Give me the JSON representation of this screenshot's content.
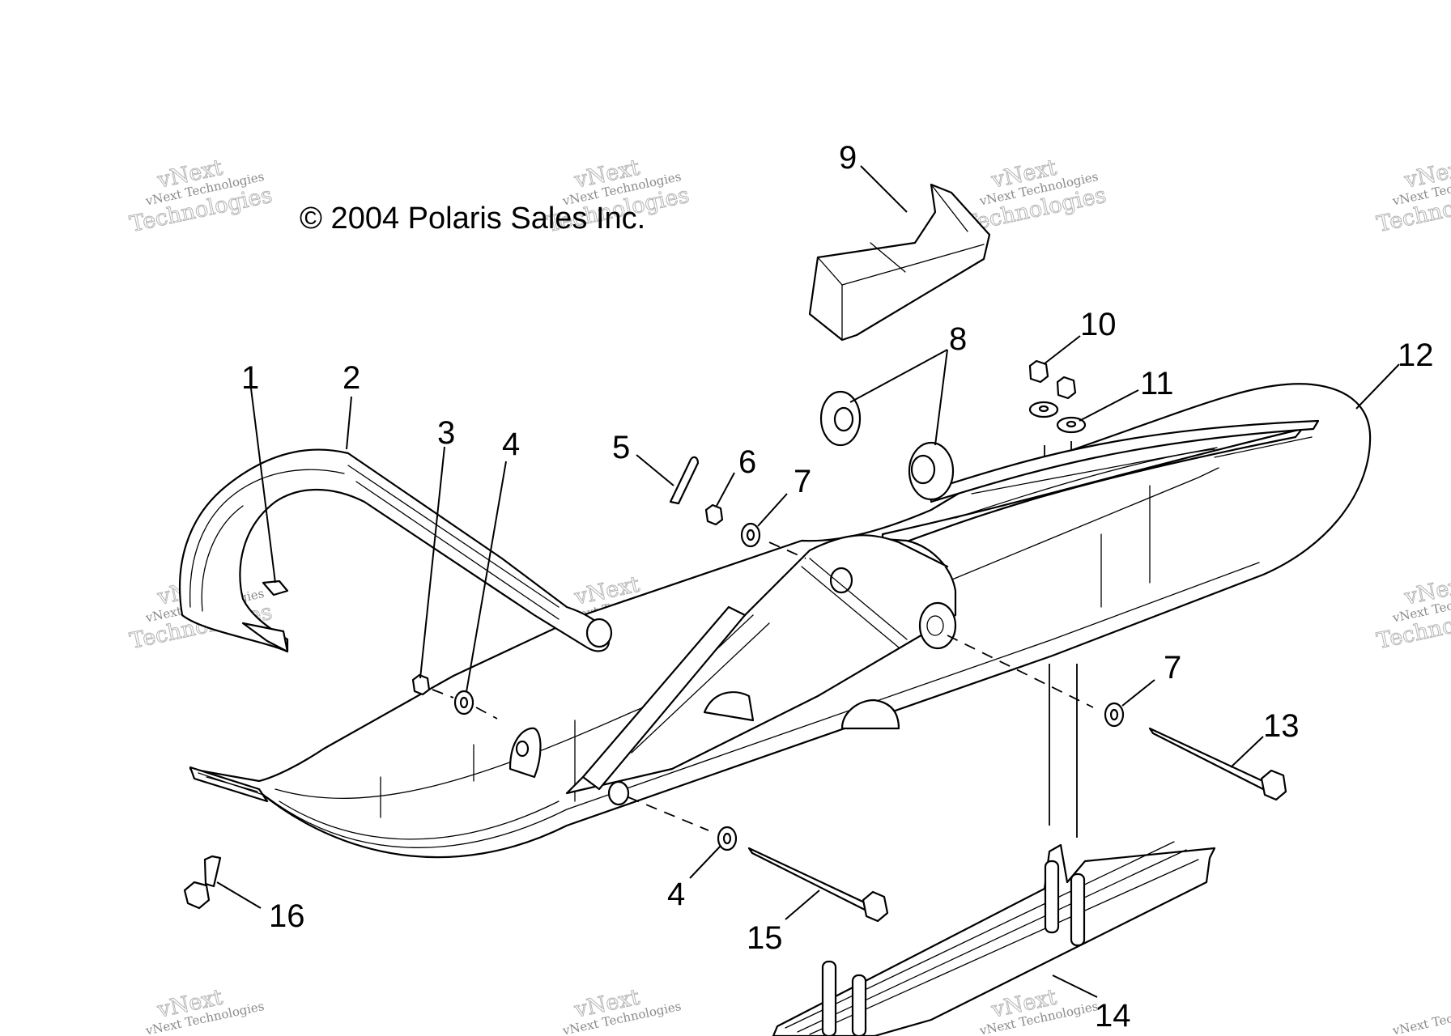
{
  "copyright": "© 2004 Polaris Sales Inc.",
  "watermark": {
    "line1": "vNext",
    "line2": "vNext Technologies",
    "line3": "Technologies"
  },
  "callouts": [
    {
      "id": "c1",
      "label": "1"
    },
    {
      "id": "c2",
      "label": "2"
    },
    {
      "id": "c3",
      "label": "3"
    },
    {
      "id": "c4a",
      "label": "4"
    },
    {
      "id": "c4b",
      "label": "4"
    },
    {
      "id": "c5",
      "label": "5"
    },
    {
      "id": "c6",
      "label": "6"
    },
    {
      "id": "c7a",
      "label": "7"
    },
    {
      "id": "c7b",
      "label": "7"
    },
    {
      "id": "c8",
      "label": "8"
    },
    {
      "id": "c9",
      "label": "9"
    },
    {
      "id": "c10",
      "label": "10"
    },
    {
      "id": "c11",
      "label": "11"
    },
    {
      "id": "c12",
      "label": "12"
    },
    {
      "id": "c13",
      "label": "13"
    },
    {
      "id": "c14",
      "label": "14"
    },
    {
      "id": "c15",
      "label": "15"
    },
    {
      "id": "c16",
      "label": "16"
    }
  ],
  "colors": {
    "line": "#000000",
    "background": "#ffffff",
    "watermark": "#8a8a8a"
  }
}
